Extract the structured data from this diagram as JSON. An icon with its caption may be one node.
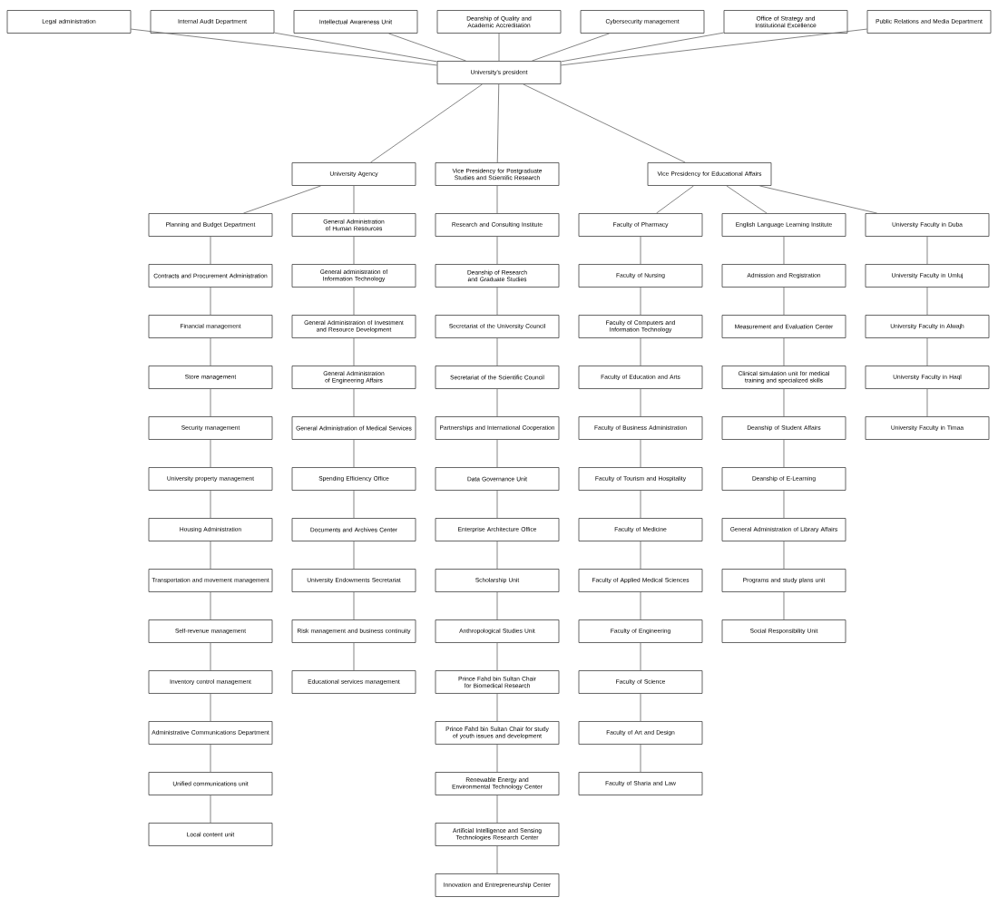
{
  "diagram": {
    "nodes": [
      {
        "text": [
          "Legal administration"
        ]
      },
      {
        "text": [
          "Internal Audit Department"
        ]
      },
      {
        "text": [
          "Intellectual Awareness Unit"
        ]
      },
      {
        "text": [
          "Deanship of Quality and Academic Accreditation"
        ]
      },
      {
        "text": [
          "Cybersecurity management"
        ]
      },
      {
        "text": [
          "Office of Strategy and Institutional Excellence"
        ]
      },
      {
        "text": [
          "Public Relations and Media Department"
        ]
      },
      {
        "text": [
          "University's president"
        ]
      },
      {
        "text": [
          "University Agency"
        ]
      },
      {
        "text": [
          "Vice Presidency for Postgraduate Studies and Scientific Research"
        ]
      },
      {
        "text": [
          "Vice Presidency for Educational Affairs"
        ]
      },
      {
        "text": [
          "Planning and Budget Department"
        ]
      },
      {
        "text": [
          "Contracts and Procurement Administration"
        ]
      },
      {
        "text": [
          "Financial management"
        ]
      },
      {
        "text": [
          "Store management"
        ]
      },
      {
        "text": [
          "Security management"
        ]
      },
      {
        "text": [
          "University property management"
        ]
      },
      {
        "text": [
          "Housing Administration"
        ]
      },
      {
        "text": [
          "Transportation and movement management"
        ]
      },
      {
        "text": [
          "Self-revenue management"
        ]
      },
      {
        "text": [
          "Inventory control management"
        ]
      },
      {
        "text": [
          "Administrative Communications Department"
        ]
      },
      {
        "text": [
          "Unified communications unit"
        ]
      },
      {
        "text": [
          "Local content unit"
        ]
      },
      {
        "text": [
          "General Administration of Human Resources"
        ]
      },
      {
        "text": [
          "General administration of Information Technology"
        ]
      },
      {
        "text": [
          "General Administration of Investment and Resource Development"
        ]
      },
      {
        "text": [
          "General Administration of Engineering Affairs"
        ]
      },
      {
        "text": [
          "General Administration of Medical Services"
        ]
      },
      {
        "text": [
          "Spending Efficiency Office"
        ]
      },
      {
        "text": [
          "Documents and Archives Center"
        ]
      },
      {
        "text": [
          "University Endowments Secretariat"
        ]
      },
      {
        "text": [
          "Risk management and business continuity"
        ]
      },
      {
        "text": [
          "Educational services management"
        ]
      },
      {
        "text": [
          "Research and Consulting Institute"
        ]
      },
      {
        "text": [
          "Deanship of Research and Graduate Studies"
        ]
      },
      {
        "text": [
          "Secretariat of the University Council"
        ]
      },
      {
        "text": [
          "Secretariat of the Scientific Council"
        ]
      },
      {
        "text": [
          "Partnerships and International Cooperation"
        ]
      },
      {
        "text": [
          "Data Governance Unit"
        ]
      },
      {
        "text": [
          "Enterprise Architecture Office"
        ]
      },
      {
        "text": [
          "Scholarship Unit"
        ]
      },
      {
        "text": [
          "Anthropological Studies Unit"
        ]
      },
      {
        "text": [
          "Prince Fahd bin Sultan Chair for Biomedical Research"
        ]
      },
      {
        "text": [
          "Prince Fahd bin Sultan Chair for study of youth issues and development"
        ]
      },
      {
        "text": [
          "Renewable Energy and Environmental Technology Center"
        ]
      },
      {
        "text": [
          "Artificial Intelligence and Sensing Technologies Research Center"
        ]
      },
      {
        "text": [
          "Innovation and Entrepreneurship Center"
        ]
      },
      {
        "text": [
          "Faculty of Pharmacy"
        ]
      },
      {
        "text": [
          "Faculty of Nursing"
        ]
      },
      {
        "text": [
          "Faculty of Computers and Information Technology"
        ]
      },
      {
        "text": [
          "Faculty of Education and Arts"
        ]
      },
      {
        "text": [
          "Faculty of Business Administration"
        ]
      },
      {
        "text": [
          "Faculty of Tourism and Hospitality"
        ]
      },
      {
        "text": [
          "Faculty of Medicine"
        ]
      },
      {
        "text": [
          "Faculty of Applied Medical Sciences"
        ]
      },
      {
        "text": [
          "Faculty of Engineering"
        ]
      },
      {
        "text": [
          "Faculty of Science"
        ]
      },
      {
        "text": [
          "Faculty of Art and Design"
        ]
      },
      {
        "text": [
          "Faculty of Sharia and Law"
        ]
      },
      {
        "text": [
          "English Language Learning Institute"
        ]
      },
      {
        "text": [
          "Admission and Registration"
        ]
      },
      {
        "text": [
          "Measurement and Evaluation Center"
        ]
      },
      {
        "text": [
          "Clinical simulation unit for medical training and specialized skills"
        ]
      },
      {
        "text": [
          "Deanship of Student Affairs"
        ]
      },
      {
        "text": [
          "Deanship of E-Learning"
        ]
      },
      {
        "text": [
          "General Administration of Library Affairs"
        ]
      },
      {
        "text": [
          "Programs and study plans unit"
        ]
      },
      {
        "text": [
          "Social Responsibility Unit"
        ]
      },
      {
        "text": [
          "University Faculty in Duba"
        ]
      },
      {
        "text": [
          "University Faculty in Umluj"
        ]
      },
      {
        "text": [
          "University Faculty in Alwajh"
        ]
      },
      {
        "text": [
          "University Faculty in Haql"
        ]
      },
      {
        "text": [
          "University Faculty in Timaa"
        ]
      }
    ],
    "edges": [
      {
        "from": 7,
        "to": 0,
        "arrow": "none"
      },
      {
        "from": 7,
        "to": 1,
        "arrow": "none"
      },
      {
        "from": 7,
        "to": 2,
        "arrow": "none"
      },
      {
        "from": 7,
        "to": 3,
        "arrow": "none"
      },
      {
        "from": 7,
        "to": 4,
        "arrow": "none"
      },
      {
        "from": 7,
        "to": 5,
        "arrow": "none"
      },
      {
        "from": 7,
        "to": 6,
        "arrow": "none"
      },
      {
        "from": 7,
        "to": 8,
        "arrow": "none"
      },
      {
        "from": 7,
        "to": 9,
        "arrow": "none"
      },
      {
        "from": 7,
        "to": 10,
        "arrow": "none"
      },
      {
        "from": 8,
        "to": 11,
        "arrow": "none"
      },
      {
        "from": 8,
        "to": 24,
        "arrow": "none"
      },
      {
        "from": 9,
        "to": 34,
        "arrow": "none"
      },
      {
        "from": 10,
        "to": 48,
        "arrow": "none"
      },
      {
        "from": 10,
        "to": 60,
        "arrow": "none"
      },
      {
        "from": 10,
        "to": 69,
        "arrow": "none"
      },
      {
        "from": 11,
        "to": 12,
        "arrow": "none"
      },
      {
        "from": 12,
        "to": 13,
        "arrow": "none"
      },
      {
        "from": 13,
        "to": 14,
        "arrow": "none"
      },
      {
        "from": 14,
        "to": 15,
        "arrow": "none"
      },
      {
        "from": 15,
        "to": 16,
        "arrow": "none"
      },
      {
        "from": 16,
        "to": 17,
        "arrow": "none"
      },
      {
        "from": 17,
        "to": 18,
        "arrow": "none"
      },
      {
        "from": 18,
        "to": 19,
        "arrow": "none"
      },
      {
        "from": 19,
        "to": 20,
        "arrow": "none"
      },
      {
        "from": 20,
        "to": 21,
        "arrow": "none"
      },
      {
        "from": 21,
        "to": 22,
        "arrow": "none"
      },
      {
        "from": 22,
        "to": 23,
        "arrow": "none"
      },
      {
        "from": 24,
        "to": 25,
        "arrow": "none"
      },
      {
        "from": 25,
        "to": 26,
        "arrow": "none"
      },
      {
        "from": 26,
        "to": 27,
        "arrow": "none"
      },
      {
        "from": 27,
        "to": 28,
        "arrow": "none"
      },
      {
        "from": 28,
        "to": 29,
        "arrow": "none"
      },
      {
        "from": 29,
        "to": 30,
        "arrow": "none"
      },
      {
        "from": 30,
        "to": 31,
        "arrow": "none"
      },
      {
        "from": 31,
        "to": 32,
        "arrow": "none"
      },
      {
        "from": 32,
        "to": 33,
        "arrow": "none"
      },
      {
        "from": 34,
        "to": 35,
        "arrow": "none"
      },
      {
        "from": 35,
        "to": 36,
        "arrow": "none"
      },
      {
        "from": 36,
        "to": 37,
        "arrow": "none"
      },
      {
        "from": 37,
        "to": 38,
        "arrow": "none"
      },
      {
        "from": 38,
        "to": 39,
        "arrow": "none"
      },
      {
        "from": 39,
        "to": 40,
        "arrow": "none"
      },
      {
        "from": 40,
        "to": 41,
        "arrow": "none"
      },
      {
        "from": 41,
        "to": 42,
        "arrow": "none"
      },
      {
        "from": 42,
        "to": 43,
        "arrow": "none"
      },
      {
        "from": 43,
        "to": 44,
        "arrow": "none"
      },
      {
        "from": 44,
        "to": 45,
        "arrow": "none"
      },
      {
        "from": 45,
        "to": 46,
        "arrow": "none"
      },
      {
        "from": 46,
        "to": 47,
        "arrow": "none"
      },
      {
        "from": 48,
        "to": 49,
        "arrow": "none"
      },
      {
        "from": 49,
        "to": 50,
        "arrow": "none"
      },
      {
        "from": 50,
        "to": 51,
        "arrow": "none"
      },
      {
        "from": 51,
        "to": 52,
        "arrow": "none"
      },
      {
        "from": 52,
        "to": 53,
        "arrow": "none"
      },
      {
        "from": 53,
        "to": 54,
        "arrow": "none"
      },
      {
        "from": 54,
        "to": 55,
        "arrow": "none"
      },
      {
        "from": 55,
        "to": 56,
        "arrow": "none"
      },
      {
        "from": 56,
        "to": 57,
        "arrow": "none"
      },
      {
        "from": 57,
        "to": 58,
        "arrow": "none"
      },
      {
        "from": 58,
        "to": 59,
        "arrow": "none"
      },
      {
        "from": 60,
        "to": 61,
        "arrow": "none"
      },
      {
        "from": 61,
        "to": 62,
        "arrow": "none"
      },
      {
        "from": 62,
        "to": 63,
        "arrow": "none"
      },
      {
        "from": 63,
        "to": 64,
        "arrow": "none"
      },
      {
        "from": 64,
        "to": 65,
        "arrow": "none"
      },
      {
        "from": 65,
        "to": 66,
        "arrow": "none"
      },
      {
        "from": 66,
        "to": 67,
        "arrow": "none"
      },
      {
        "from": 67,
        "to": 68,
        "arrow": "none"
      },
      {
        "from": 69,
        "to": 70,
        "arrow": "none"
      },
      {
        "from": 70,
        "to": 71,
        "arrow": "none"
      },
      {
        "from": 71,
        "to": 72,
        "arrow": "none"
      },
      {
        "from": 72,
        "to": 73,
        "arrow": "none"
      }
    ]
  }
}
